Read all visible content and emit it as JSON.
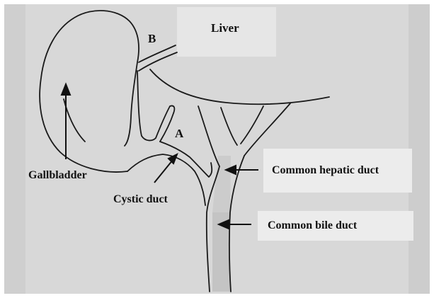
{
  "labels": {
    "liver": "Liver",
    "b": "B",
    "a": "A",
    "gallbladder": "Gallbladder",
    "cystic_duct": "Cystic duct",
    "common_hepatic_duct": "Common hepatic duct",
    "common_bile_duct": "Common bile duct"
  },
  "colors": {
    "background": "#d9d9d9",
    "ink": "#1a1a1a",
    "duct_shading": "#bdbdbd"
  }
}
